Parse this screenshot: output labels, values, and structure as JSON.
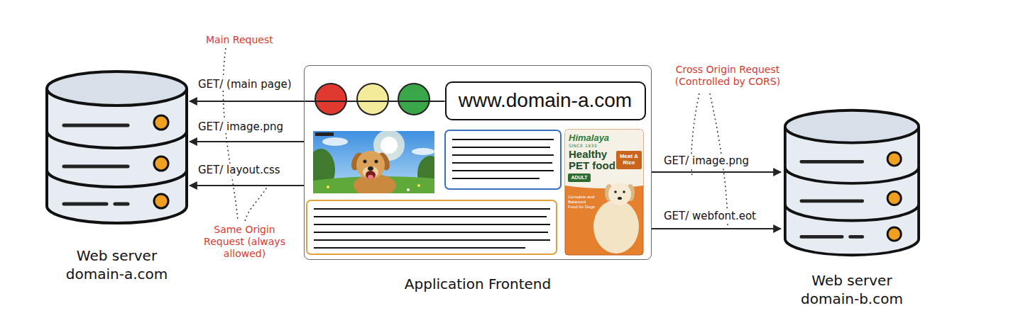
{
  "diagram": {
    "nodes": [
      {
        "text": [
          "Web server domain-a.com"
        ]
      },
      {
        "text": [
          "Application Frontend"
        ]
      },
      {
        "text": [
          "www.domain-a.com"
        ],
        "in": 1
      },
      {
        "text": [
          "Web server domain-b.com"
        ]
      }
    ],
    "edges": [
      {
        "from": 2,
        "to": 0,
        "arrow": "to",
        "label": "GET/ (main page)"
      },
      {
        "from": 1,
        "to": 0,
        "arrow": "to",
        "label": "GET/ image.png"
      },
      {
        "from": 1,
        "to": 0,
        "arrow": "to",
        "label": "GET/ layout.css"
      },
      {
        "from": 1,
        "to": 3,
        "arrow": "to",
        "label": "GET/ image.png"
      },
      {
        "from": 1,
        "to": 3,
        "arrow": "to",
        "label": "GET/ webfont.eot"
      }
    ],
    "labels": [
      "Main Request",
      "Same Origin Request (always allowed)",
      "Cross Origin Request (Controlled by CORS)",
      "Himalaya",
      "SINCE 1930",
      "Healthy PET food",
      "Meat & Rice",
      "ADULT",
      "Complete and Balanced Food for Dogs"
    ]
  }
}
